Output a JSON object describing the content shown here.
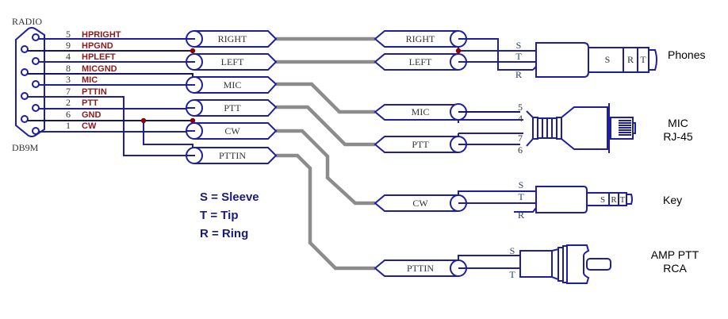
{
  "colors": {
    "wire": "#1f1f9e",
    "cable": "#8c8c8c",
    "signal_text": "#8b1a1a",
    "junction": "#8b0000",
    "legend_text": "#1a1a7a"
  },
  "radio": {
    "top_label": "RADIO",
    "bottom_label": "DB9M",
    "pins": [
      {
        "num": "5",
        "signal": "HPRIGHT"
      },
      {
        "num": "9",
        "signal": "HPGND"
      },
      {
        "num": "4",
        "signal": "HPLEFT"
      },
      {
        "num": "8",
        "signal": "MICGND"
      },
      {
        "num": "3",
        "signal": "MIC"
      },
      {
        "num": "7",
        "signal": "PTTIN"
      },
      {
        "num": "2",
        "signal": "PTT"
      },
      {
        "num": "6",
        "signal": "GND"
      },
      {
        "num": "1",
        "signal": "CW"
      }
    ]
  },
  "left_cables": [
    "RIGHT",
    "LEFT",
    "MIC",
    "PTT",
    "CW",
    "PTTIN"
  ],
  "right_cables": [
    "RIGHT",
    "LEFT",
    "MIC",
    "PTT",
    "CW",
    "PTTIN"
  ],
  "phones": {
    "title": "Phones",
    "wire_labels": [
      "S",
      "T",
      "R"
    ],
    "plug_labels": [
      "S",
      "R",
      "T"
    ]
  },
  "mic": {
    "title_line1": "MIC",
    "title_line2": "RJ-45",
    "pin_labels": [
      "5",
      "4",
      "7",
      "6"
    ]
  },
  "key": {
    "title": "Key",
    "wire_labels": [
      "S",
      "T",
      "R"
    ],
    "plug_labels": [
      "S",
      "R",
      "T"
    ]
  },
  "amp": {
    "title_line1": "AMP PTT",
    "title_line2": "RCA",
    "wire_labels": [
      "S",
      "T"
    ]
  },
  "legend": [
    "S = Sleeve",
    "T = Tip",
    "R = Ring"
  ]
}
